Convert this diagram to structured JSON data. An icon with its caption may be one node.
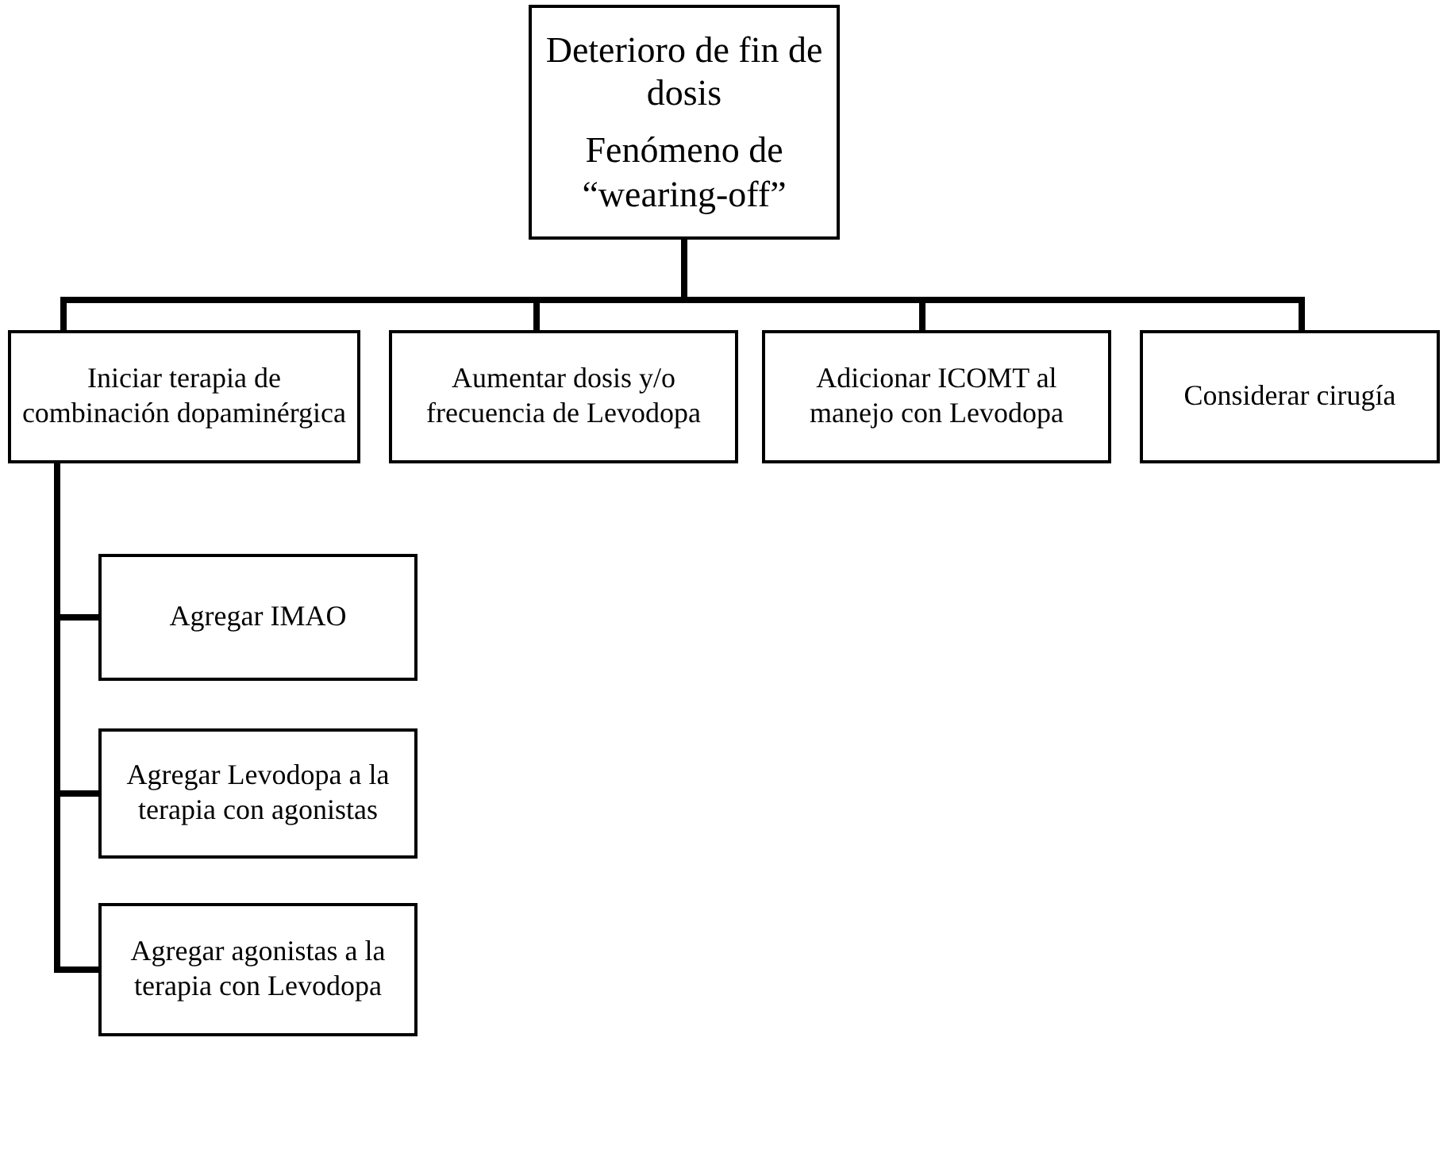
{
  "diagram": {
    "nodes": [
      {
        "text": [
          "Deterioro de fin de dosis",
          "Fenómeno de “wearing-off”"
        ]
      },
      {
        "text": [
          "Iniciar terapia de combinación dopaminérgica"
        ]
      },
      {
        "text": [
          "Aumentar dosis y/o frecuencia de Levodopa"
        ]
      },
      {
        "text": [
          "Adicionar ICOMT al manejo con Levodopa"
        ]
      },
      {
        "text": [
          "Considerar cirugía"
        ]
      },
      {
        "text": [
          "Agregar IMAO"
        ]
      },
      {
        "text": [
          "Agregar Levodopa a la terapia con agonistas"
        ]
      },
      {
        "text": [
          "Agregar agonistas a la terapia con Levodopa"
        ]
      }
    ],
    "edges": [
      {
        "from": 0,
        "to": 1,
        "arrow": "none"
      },
      {
        "from": 0,
        "to": 2,
        "arrow": "none"
      },
      {
        "from": 0,
        "to": 3,
        "arrow": "none"
      },
      {
        "from": 0,
        "to": 4,
        "arrow": "none"
      },
      {
        "from": 1,
        "to": 5,
        "arrow": "none"
      },
      {
        "from": 1,
        "to": 6,
        "arrow": "none"
      },
      {
        "from": 1,
        "to": 7,
        "arrow": "none"
      }
    ]
  }
}
